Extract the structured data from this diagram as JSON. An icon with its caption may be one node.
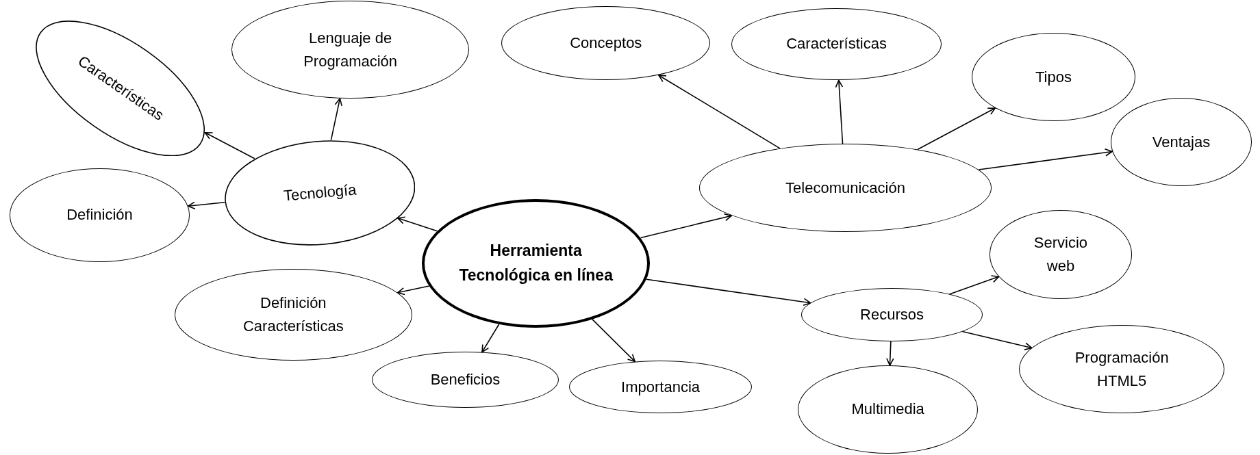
{
  "diagram": {
    "nodes": [
      {
        "text": [
          "Características"
        ]
      },
      {
        "text": [
          "Lenguaje de Programación"
        ]
      },
      {
        "text": [
          "Conceptos"
        ]
      },
      {
        "text": [
          "Características"
        ]
      },
      {
        "text": [
          "Tipos"
        ]
      },
      {
        "text": [
          "Ventajas"
        ]
      },
      {
        "text": [
          "Tecnología"
        ]
      },
      {
        "text": [
          "Telecomunicación"
        ]
      },
      {
        "text": [
          "Definición"
        ]
      },
      {
        "text": [
          "Herramienta Tecnológica en línea"
        ]
      },
      {
        "text": [
          "Servicio web"
        ]
      },
      {
        "text": [
          "Definición Características"
        ]
      },
      {
        "text": [
          "Recursos"
        ]
      },
      {
        "text": [
          "Beneficios"
        ]
      },
      {
        "text": [
          "Importancia"
        ]
      },
      {
        "text": [
          "Programación HTML5"
        ]
      },
      {
        "text": [
          "Multimedia"
        ]
      }
    ],
    "edges": [
      {
        "from": 9,
        "to": 6,
        "arrow": "to"
      },
      {
        "from": 9,
        "to": 7,
        "arrow": "to"
      },
      {
        "from": 9,
        "to": 11,
        "arrow": "to"
      },
      {
        "from": 9,
        "to": 13,
        "arrow": "to"
      },
      {
        "from": 9,
        "to": 14,
        "arrow": "to"
      },
      {
        "from": 9,
        "to": 12,
        "arrow": "to"
      },
      {
        "from": 6,
        "to": 0,
        "arrow": "to"
      },
      {
        "from": 6,
        "to": 1,
        "arrow": "to"
      },
      {
        "from": 6,
        "to": 8,
        "arrow": "to"
      },
      {
        "from": 7,
        "to": 2,
        "arrow": "to"
      },
      {
        "from": 7,
        "to": 3,
        "arrow": "to"
      },
      {
        "from": 7,
        "to": 4,
        "arrow": "to"
      },
      {
        "from": 7,
        "to": 5,
        "arrow": "to"
      },
      {
        "from": 12,
        "to": 10,
        "arrow": "to"
      },
      {
        "from": 12,
        "to": 15,
        "arrow": "to"
      },
      {
        "from": 12,
        "to": 16,
        "arrow": "to"
      }
    ]
  }
}
